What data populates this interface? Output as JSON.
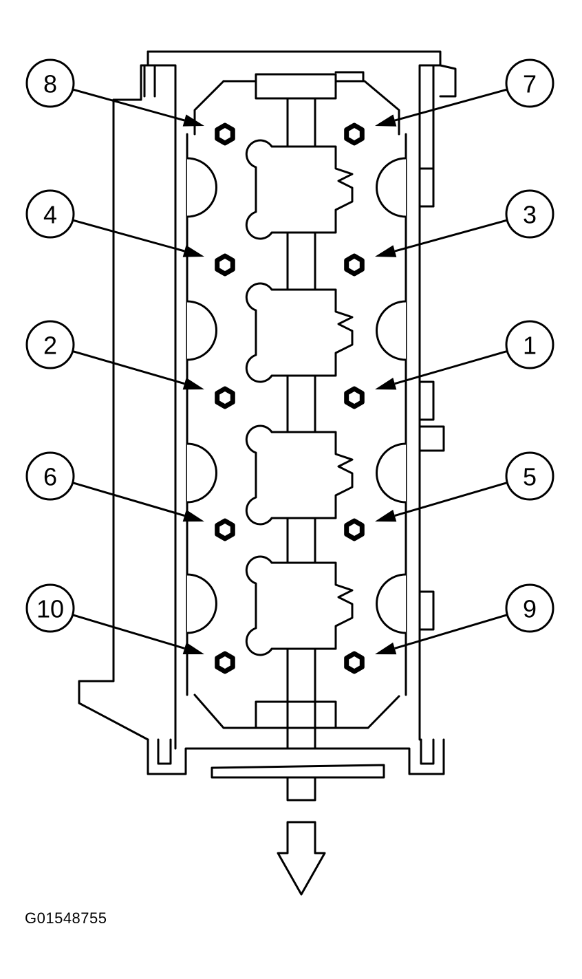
{
  "figure_id": "G01548755",
  "callouts": [
    {
      "label": "8",
      "side": "left",
      "row": 0
    },
    {
      "label": "7",
      "side": "right",
      "row": 0
    },
    {
      "label": "4",
      "side": "left",
      "row": 1
    },
    {
      "label": "3",
      "side": "right",
      "row": 1
    },
    {
      "label": "2",
      "side": "left",
      "row": 2
    },
    {
      "label": "1",
      "side": "right",
      "row": 2
    },
    {
      "label": "6",
      "side": "left",
      "row": 3
    },
    {
      "label": "5",
      "side": "right",
      "row": 3
    },
    {
      "label": "10",
      "side": "left",
      "row": 4
    },
    {
      "label": "9",
      "side": "right",
      "row": 4
    }
  ],
  "direction_arrow_icon": "down-arrow-icon"
}
